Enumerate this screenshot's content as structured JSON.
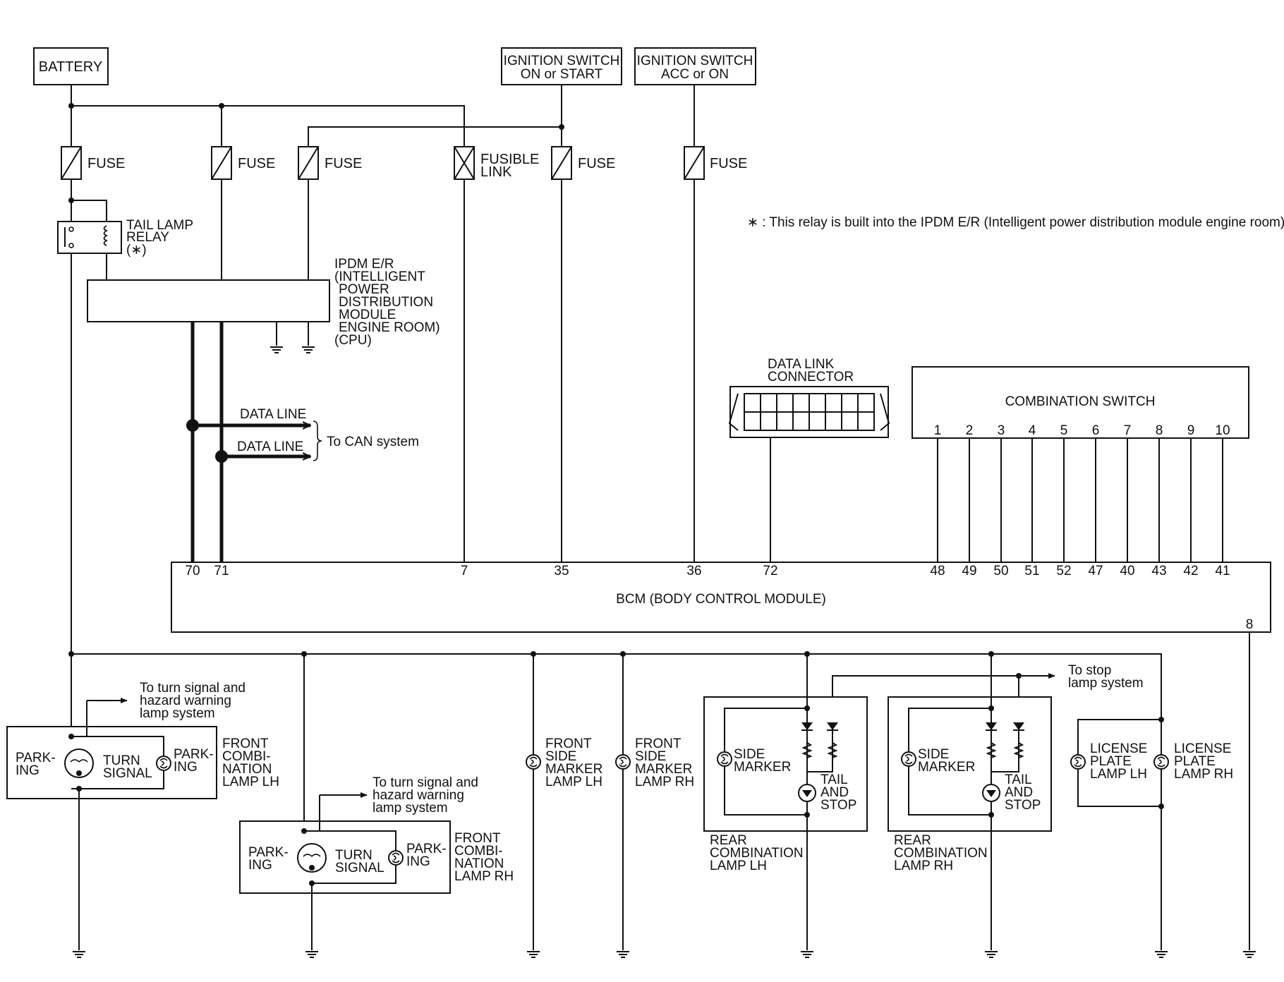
{
  "labels": {
    "battery": "BATTERY",
    "ign_on_1": "IGNITION SWITCH",
    "ign_on_2": "ON or START",
    "ign_acc_1": "IGNITION SWITCH",
    "ign_acc_2": "ACC or ON",
    "fuse": "FUSE",
    "fusible_1": "FUSIBLE",
    "fusible_2": "LINK",
    "relay_1": "TAIL LAMP",
    "relay_2": "RELAY",
    "relay_3": "(∗)",
    "note": "∗ : This relay is built into the IPDM E/R (Intelligent power distribution module engine room).",
    "ipdm": [
      "IPDM E/R",
      "(INTELLIGENT",
      "POWER",
      "DISTRIBUTION",
      "MODULE",
      "ENGINE ROOM)",
      "(CPU)"
    ],
    "data_line": "DATA LINE",
    "to_can": "To CAN system",
    "dlc_1": "DATA LINK",
    "dlc_2": "CONNECTOR",
    "combi_switch": "COMBINATION SWITCH",
    "bcm": "BCM (BODY CONTROL MODULE)",
    "to_turn_1": "To turn signal and",
    "to_turn_2": "hazard warning",
    "to_turn_3": "lamp system",
    "to_stop_1": "To stop",
    "to_stop_2": "lamp system",
    "park_1": "PARK-",
    "park_2": "ING",
    "turn_1": "TURN",
    "turn_2": "SIGNAL",
    "front_combi_lh": [
      "FRONT",
      "COMBI-",
      "NATION",
      "LAMP LH"
    ],
    "front_combi_rh": [
      "FRONT",
      "COMBI-",
      "NATION",
      "LAMP RH"
    ],
    "side_marker_lh": [
      "FRONT",
      "SIDE",
      "MARKER",
      "LAMP LH"
    ],
    "side_marker_rh": [
      "FRONT",
      "SIDE",
      "MARKER",
      "LAMP RH"
    ],
    "side_1": "SIDE",
    "side_2": "MARKER",
    "tail_1": "TAIL",
    "tail_2": "AND",
    "tail_3": "STOP",
    "rear_combi_lh": [
      "REAR",
      "COMBINATION",
      "LAMP LH"
    ],
    "rear_combi_rh": [
      "REAR",
      "COMBINATION",
      "LAMP RH"
    ],
    "license_lh": [
      "LICENSE",
      "PLATE",
      "LAMP LH"
    ],
    "license_rh": [
      "LICENSE",
      "PLATE",
      "LAMP RH"
    ]
  },
  "combi_pins": [
    "1",
    "2",
    "3",
    "4",
    "5",
    "6",
    "7",
    "8",
    "9",
    "10"
  ],
  "bcm_pins": {
    "p70": "70",
    "p71": "71",
    "p7": "7",
    "p35": "35",
    "p36": "36",
    "p72": "72",
    "right": [
      "48",
      "49",
      "50",
      "51",
      "52",
      "47",
      "40",
      "43",
      "42",
      "41"
    ],
    "p8": "8"
  }
}
